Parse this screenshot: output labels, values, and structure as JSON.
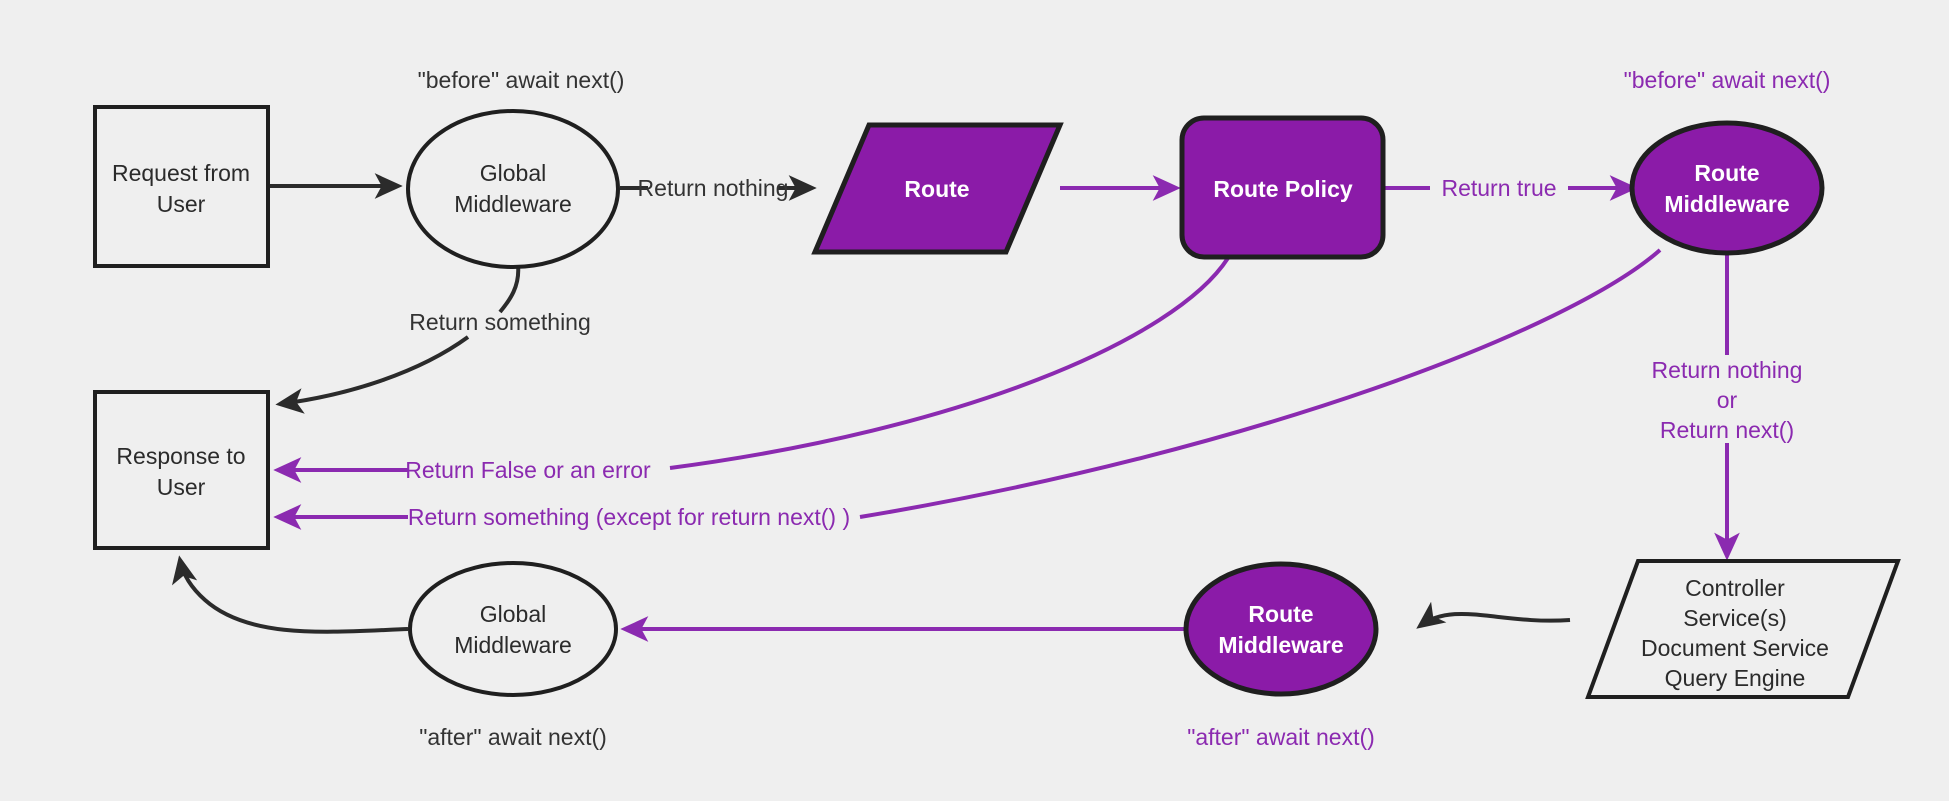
{
  "diagram": {
    "title": "Request lifecycle middleware flow",
    "background_color": "#efefef",
    "accent_purple": "#8b1ba8",
    "edge_purple": "#8b2ab0",
    "edge_dark": "#2b2b2b",
    "nodes": {
      "request_from_user": {
        "line1": "Request from",
        "line2": "User"
      },
      "global_middleware_top": {
        "line1": "Global",
        "line2": "Middleware"
      },
      "route": {
        "label": "Route"
      },
      "route_policy": {
        "label": "Route Policy"
      },
      "route_middleware_top": {
        "line1": "Route",
        "line2": "Middleware"
      },
      "controller": {
        "line1": "Controller",
        "line2": "Service(s)",
        "line3": "Document Service",
        "line4": "Query Engine"
      },
      "route_middleware_bottom": {
        "line1": "Route",
        "line2": "Middleware"
      },
      "global_middleware_bottom": {
        "line1": "Global",
        "line2": "Middleware"
      },
      "response_to_user": {
        "line1": "Response to",
        "line2": "User"
      }
    },
    "notes": {
      "before_await_next_left": "\"before\" await next()",
      "before_await_next_right": "\"before\" await next()",
      "after_await_next_left": "\"after\" await next()",
      "after_await_next_right": "\"after\" await next()"
    },
    "edges": {
      "return_nothing": "Return nothing",
      "return_something": "Return something",
      "return_true": "Return true",
      "return_nothing_or_next_line1": "Return nothing",
      "return_nothing_or_next_line2": "or",
      "return_nothing_or_next_line3": "Return next()",
      "return_false_or_error": "Return False or an error",
      "return_something_except_next": "Return something (except for return next() )"
    }
  }
}
